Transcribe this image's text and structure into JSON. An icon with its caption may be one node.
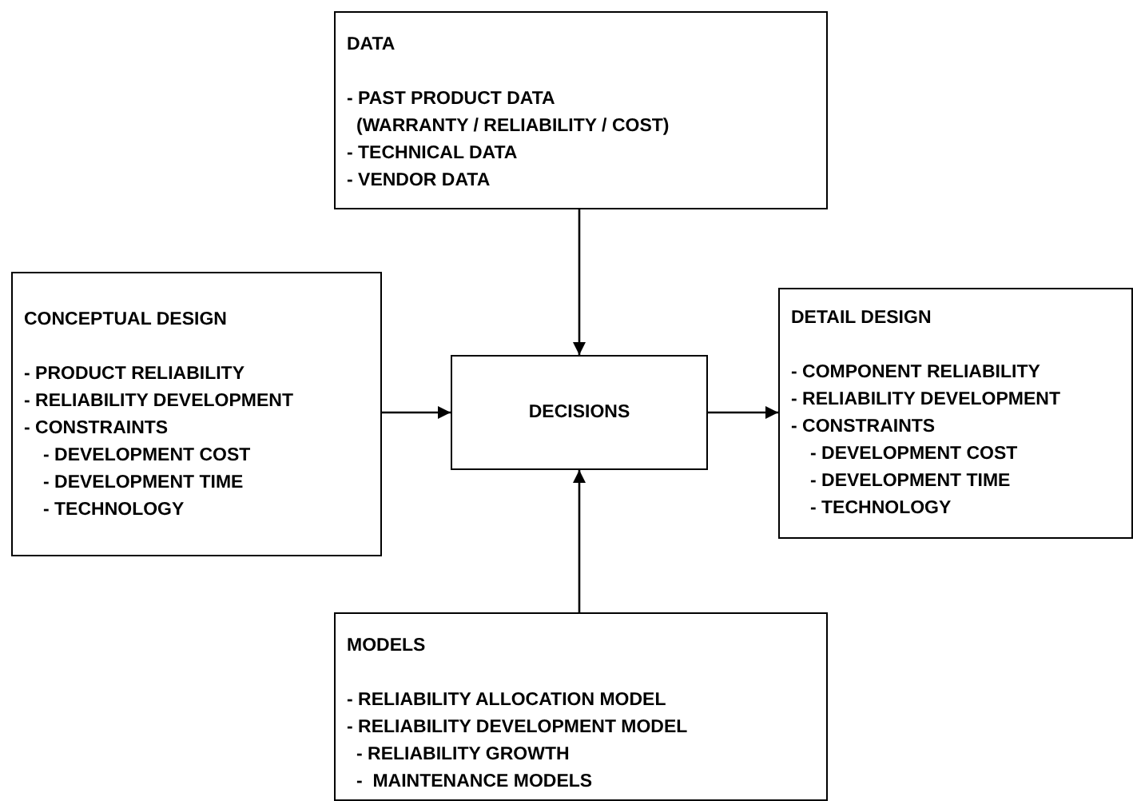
{
  "diagram": {
    "nodes": [
      {
        "text": [
          "DATA",
          "- PAST PRODUCT DATA",
          "(WARRANTY / RELIABILITY / COST)",
          "- TECHNICAL DATA",
          "- VENDOR DATA"
        ]
      },
      {
        "text": [
          "CONCEPTUAL DESIGN",
          "- PRODUCT RELIABILITY",
          "- RELIABILITY DEVELOPMENT",
          "- CONSTRAINTS",
          "- DEVELOPMENT COST",
          "- DEVELOPMENT TIME",
          "- TECHNOLOGY"
        ]
      },
      {
        "text": [
          "DECISIONS"
        ]
      },
      {
        "text": [
          "DETAIL DESIGN",
          "- COMPONENT RELIABILITY",
          "- RELIABILITY DEVELOPMENT",
          "- CONSTRAINTS",
          "- DEVELOPMENT COST",
          "- DEVELOPMENT TIME",
          "- TECHNOLOGY"
        ]
      },
      {
        "text": [
          "MODELS",
          "- RELIABILITY ALLOCATION MODEL",
          "- RELIABILITY DEVELOPMENT MODEL",
          "- RELIABILITY GROWTH",
          "-  MAINTENANCE MODELS"
        ]
      }
    ],
    "edges": [
      {
        "from": 0,
        "to": 2,
        "arrow": "to"
      },
      {
        "from": 1,
        "to": 2,
        "arrow": "to"
      },
      {
        "from": 2,
        "to": 3,
        "arrow": "to"
      },
      {
        "from": 4,
        "to": 2,
        "arrow": "to"
      }
    ]
  }
}
